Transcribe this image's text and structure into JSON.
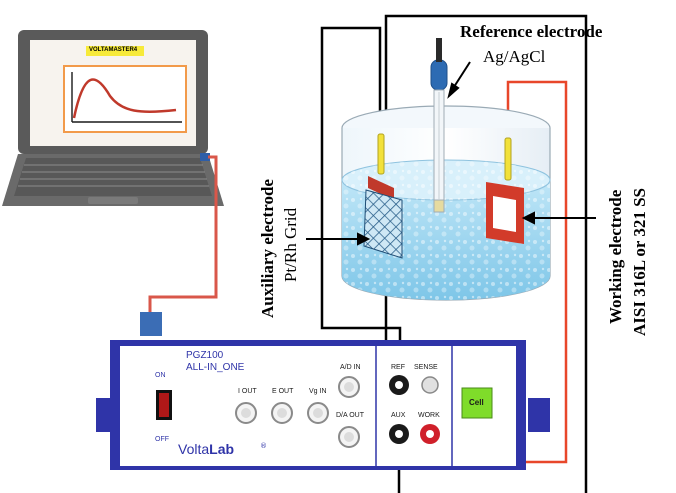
{
  "labels": {
    "reference_electrode": "Reference electrode",
    "ag_agcl": "Ag/AgCl",
    "auxiliary_electrode": "Auxiliary electrode",
    "pt_rh_grid": "Pt/Rh Grid",
    "working_electrode": "Working electrode",
    "aisi_ss": "AISI 316L or  321 SS"
  },
  "laptop": {
    "screen_title": "VOLTAMASTER4"
  },
  "device": {
    "model": "PGZ100",
    "subtitle": "ALL-IN_ONE",
    "brand_prefix": "Volta",
    "brand_suffix": "Lab",
    "on": "ON",
    "off": "OFF",
    "i_out": "I OUT",
    "e_out": "E OUT",
    "vg_in": "Vg IN",
    "ad_in": "A/D IN",
    "da_out": "D/A OUT",
    "ref": "REF",
    "sense": "SENSE",
    "aux": "AUX",
    "work": "WORK",
    "cell": "Cell"
  },
  "colors": {
    "red_wire": "#e8472a",
    "black_wire": "#000000",
    "device_blue": "#2f34a8",
    "cell_green": "#7fdc2a"
  }
}
